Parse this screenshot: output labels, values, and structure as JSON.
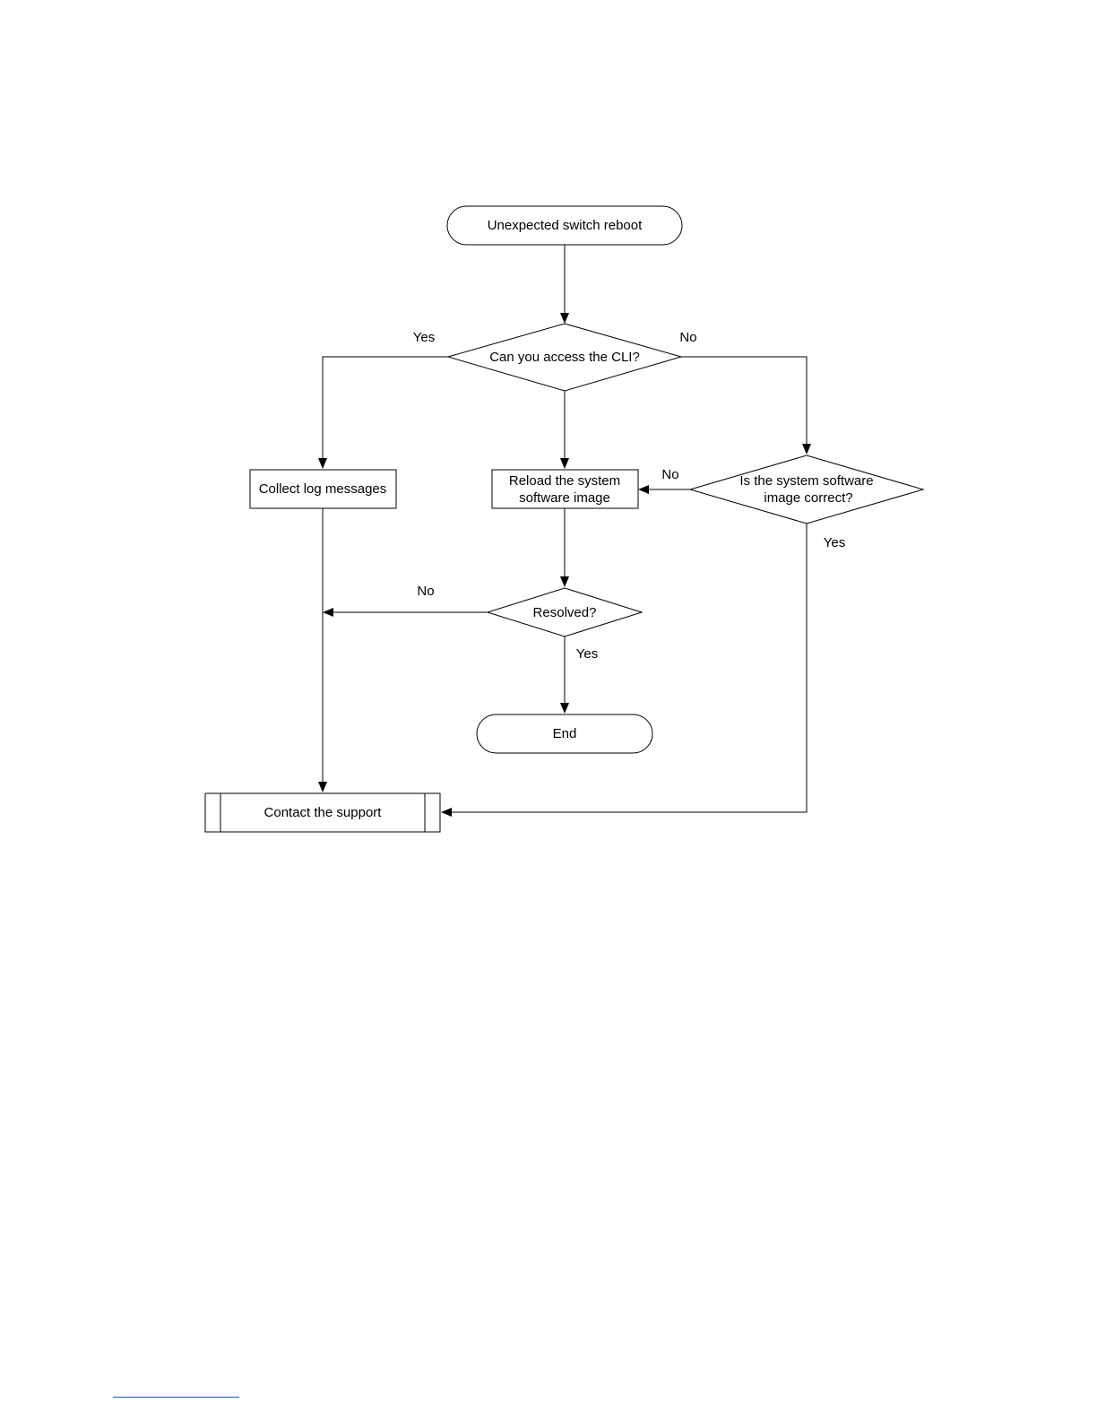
{
  "flowchart": {
    "nodes": {
      "start": {
        "label": "Unexpected switch reboot"
      },
      "cli_check": {
        "label": "Can you access the CLI?"
      },
      "collect_logs": {
        "label": "Collect log messages"
      },
      "reload": {
        "line1": "Reload the system",
        "line2": "software image"
      },
      "image_check": {
        "line1": "Is the system software",
        "line2": "image correct?"
      },
      "resolved": {
        "label": "Resolved?"
      },
      "end": {
        "label": "End"
      },
      "contact": {
        "label": "Contact the support"
      }
    },
    "edges": {
      "cli_yes": "Yes",
      "cli_no": "No",
      "image_no": "No",
      "image_yes": "Yes",
      "resolved_no": "No",
      "resolved_yes": "Yes"
    }
  },
  "colors": {
    "stroke": "#000000",
    "footnote_rule": "#1a4fd0"
  }
}
